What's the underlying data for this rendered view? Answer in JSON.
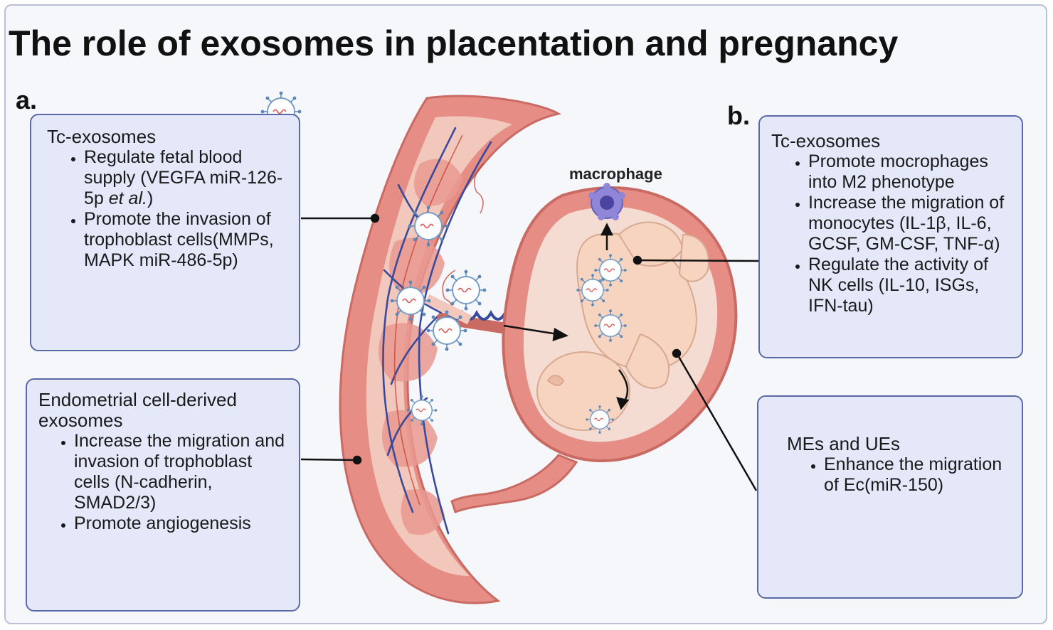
{
  "title": "The role of exosomes in placentation and pregnancy",
  "panel_a_label": "a.",
  "panel_b_label": "b.",
  "macrophage_label": "macrophage",
  "box_a1": {
    "heading": "Tc-exosomes",
    "bullets": [
      "Regulate fetal blood supply (VEGFA miR-126-5p ",
      "Promote the invasion of trophoblast cells(MMPs, MAPK miR-486-5p)"
    ],
    "italic_suffix": "et al.",
    "closing_paren": ")"
  },
  "box_a2": {
    "heading": "Endometrial cell-derived exosomes",
    "bullets": [
      "Increase the migration and invasion of trophoblast cells   (N-cadherin, SMAD2/3)",
      "Promote angiogenesis"
    ]
  },
  "box_b1": {
    "heading": "Tc-exosomes",
    "bullets": [
      "Promote mocrophages into M2 phenotype",
      "Increase the migration of monocytes (IL-1β, IL-6, GCSF, GM-CSF, TNF-α)",
      "Regulate the activity of NK cells (IL-10, ISGs, IFN-tau)"
    ]
  },
  "box_b2": {
    "heading": "MEs and UEs",
    "bullets": [
      "Enhance the migration of Ec(miR-150)"
    ]
  },
  "colors": {
    "box_fill": "#e4e8f8",
    "box_border": "#5a6aa8",
    "tissue": "#e68e86",
    "tissue_light": "#f2c7bc",
    "vessel": "#3a4a9a",
    "fetus": "#f6d4c0",
    "macrophage": "#8f86d8"
  }
}
